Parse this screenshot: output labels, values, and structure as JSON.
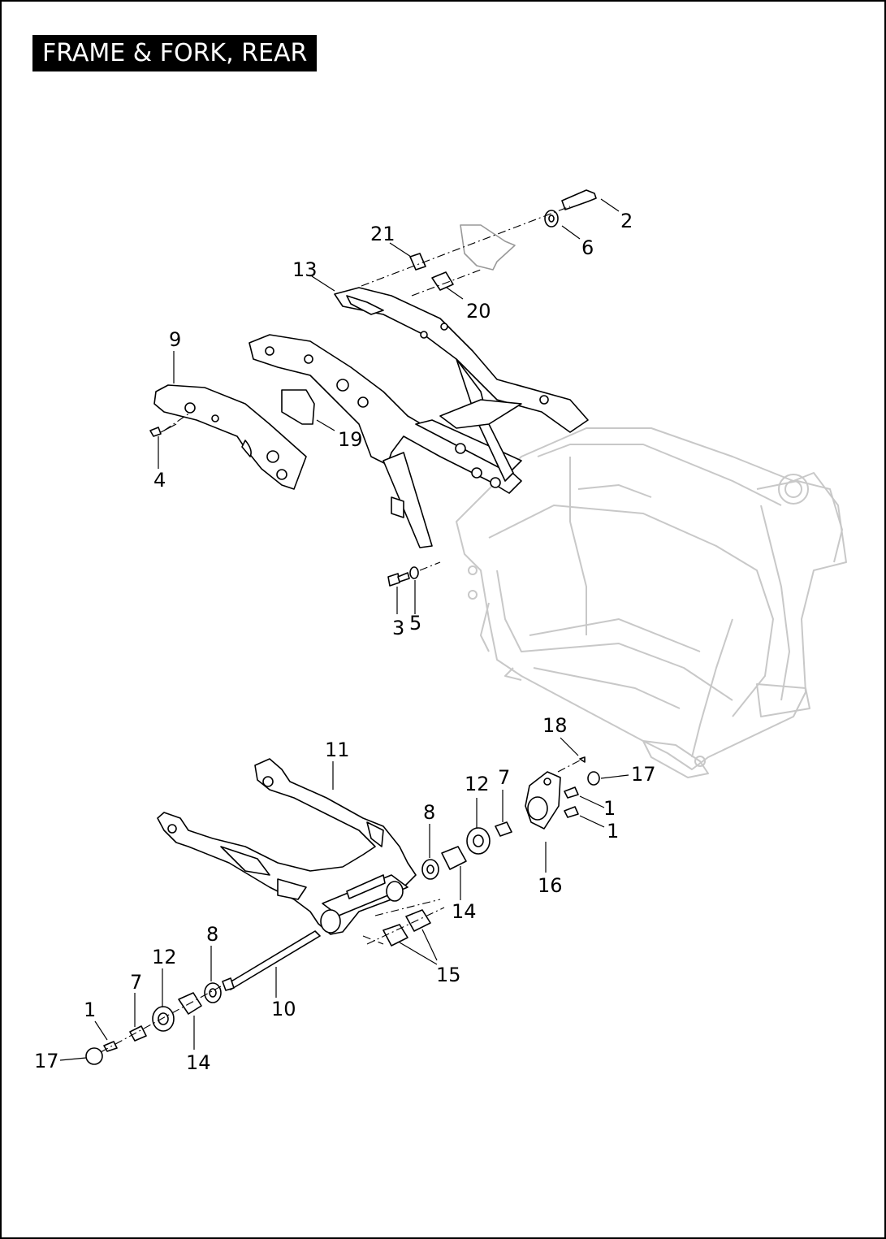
{
  "title": "FRAME & FORK, REAR",
  "callouts": {
    "c2": "2",
    "c6": "6",
    "c21": "21",
    "c13": "13",
    "c20": "20",
    "c9": "9",
    "c19": "19",
    "c4": "4",
    "c3": "3",
    "c5": "5",
    "c18": "18",
    "c17a": "17",
    "c1a": "1",
    "c1b": "1",
    "c16": "16",
    "c11": "11",
    "c12a": "12",
    "c7a": "7",
    "c8a": "8",
    "c14a": "14",
    "c15": "15",
    "c10": "10",
    "c8b": "8",
    "c12b": "12",
    "c7b": "7",
    "c1c": "1",
    "c17b": "17",
    "c14b": "14"
  },
  "colors": {
    "ink": "#000000",
    "ghost": "#c8c8c8",
    "title_bg": "#000000",
    "title_fg": "#ffffff"
  }
}
